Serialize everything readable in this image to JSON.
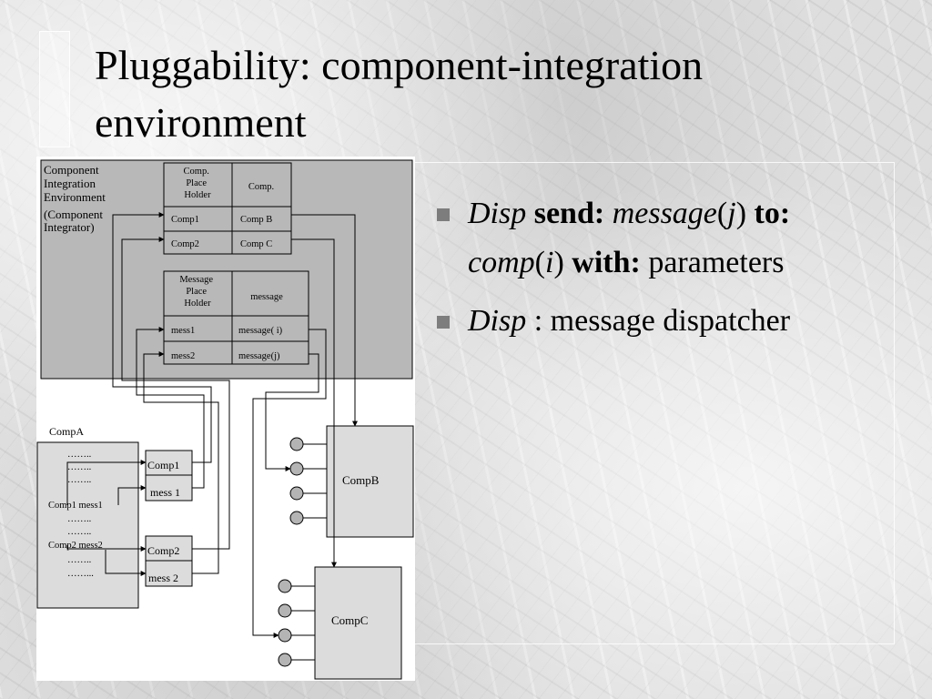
{
  "title": "Pluggability: component-integration environment",
  "bullets": [
    {
      "segments": [
        {
          "text": "Disp",
          "style": "it"
        },
        {
          "text": " ",
          "style": ""
        },
        {
          "text": "send:",
          "style": "bd"
        },
        {
          "text": " ",
          "style": ""
        },
        {
          "text": "message",
          "style": "it"
        },
        {
          "text": "(",
          "style": ""
        },
        {
          "text": "j",
          "style": "it"
        },
        {
          "text": ") ",
          "style": ""
        },
        {
          "text": "to:",
          "style": "bd"
        },
        {
          "text": " ",
          "style": ""
        },
        {
          "text": "comp",
          "style": "it"
        },
        {
          "text": "(",
          "style": ""
        },
        {
          "text": "i",
          "style": "it"
        },
        {
          "text": ") ",
          "style": ""
        },
        {
          "text": "with:",
          "style": "bd"
        },
        {
          "text": " parameters",
          "style": ""
        }
      ]
    },
    {
      "segments": [
        {
          "text": "Disp",
          "style": "it"
        },
        {
          "text": " : message dispatcher",
          "style": ""
        }
      ]
    }
  ],
  "diagram": {
    "env_label": [
      "Component",
      "Integration",
      "Environment",
      "(Component",
      "Integrator)"
    ],
    "comp_table": {
      "header": [
        [
          "Comp.",
          "Place",
          "Holder"
        ],
        [
          "Comp."
        ]
      ],
      "rows": [
        [
          "Comp1",
          "Comp B"
        ],
        [
          "Comp2",
          "Comp C"
        ]
      ]
    },
    "mess_table": {
      "header": [
        [
          "Message",
          "Place",
          "Holder"
        ],
        [
          "message"
        ]
      ],
      "rows": [
        [
          "mess1",
          "message(  i)"
        ],
        [
          "mess2",
          "message(j)"
        ]
      ]
    },
    "compA": {
      "title": "CompA",
      "lines": [
        "……..",
        "……..",
        "……..",
        "Comp1 mess1",
        "……..",
        "……..",
        "Comp2 mess2",
        "……..",
        "……..."
      ],
      "boxes": [
        "Comp1",
        "mess 1",
        "Comp2",
        "mess 2"
      ]
    },
    "compB": "CompB",
    "compC": "CompC",
    "colors": {
      "env_fill": "#b8b8b8",
      "figure_bg": "#ffffff",
      "box_fill": "#dcdcdc",
      "port_fill": "#b4b4b4",
      "line": "#000000",
      "bullet": "#7d7d7d"
    }
  }
}
